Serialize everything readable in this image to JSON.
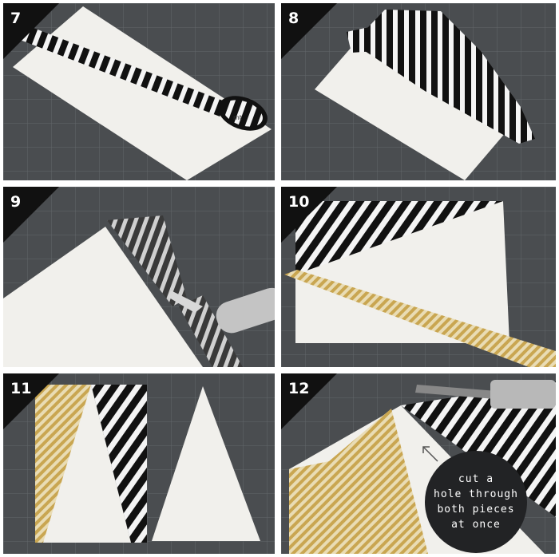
{
  "steps": [
    {
      "number": "7"
    },
    {
      "number": "8"
    },
    {
      "number": "9"
    },
    {
      "number": "10"
    },
    {
      "number": "11"
    },
    {
      "number": "12"
    }
  ],
  "callout": {
    "line1": "cut a",
    "line2": "hole through",
    "line3": "both pieces",
    "line4": "at once"
  },
  "tape_roll_label": "mt",
  "colors": {
    "cutting_mat": "#4a4d50",
    "mat_grid": "#6a6d70",
    "card": "#f1f0ec",
    "stripe_black": "#111111",
    "stripe_gold": "#c9a651",
    "badge": "#111111"
  }
}
